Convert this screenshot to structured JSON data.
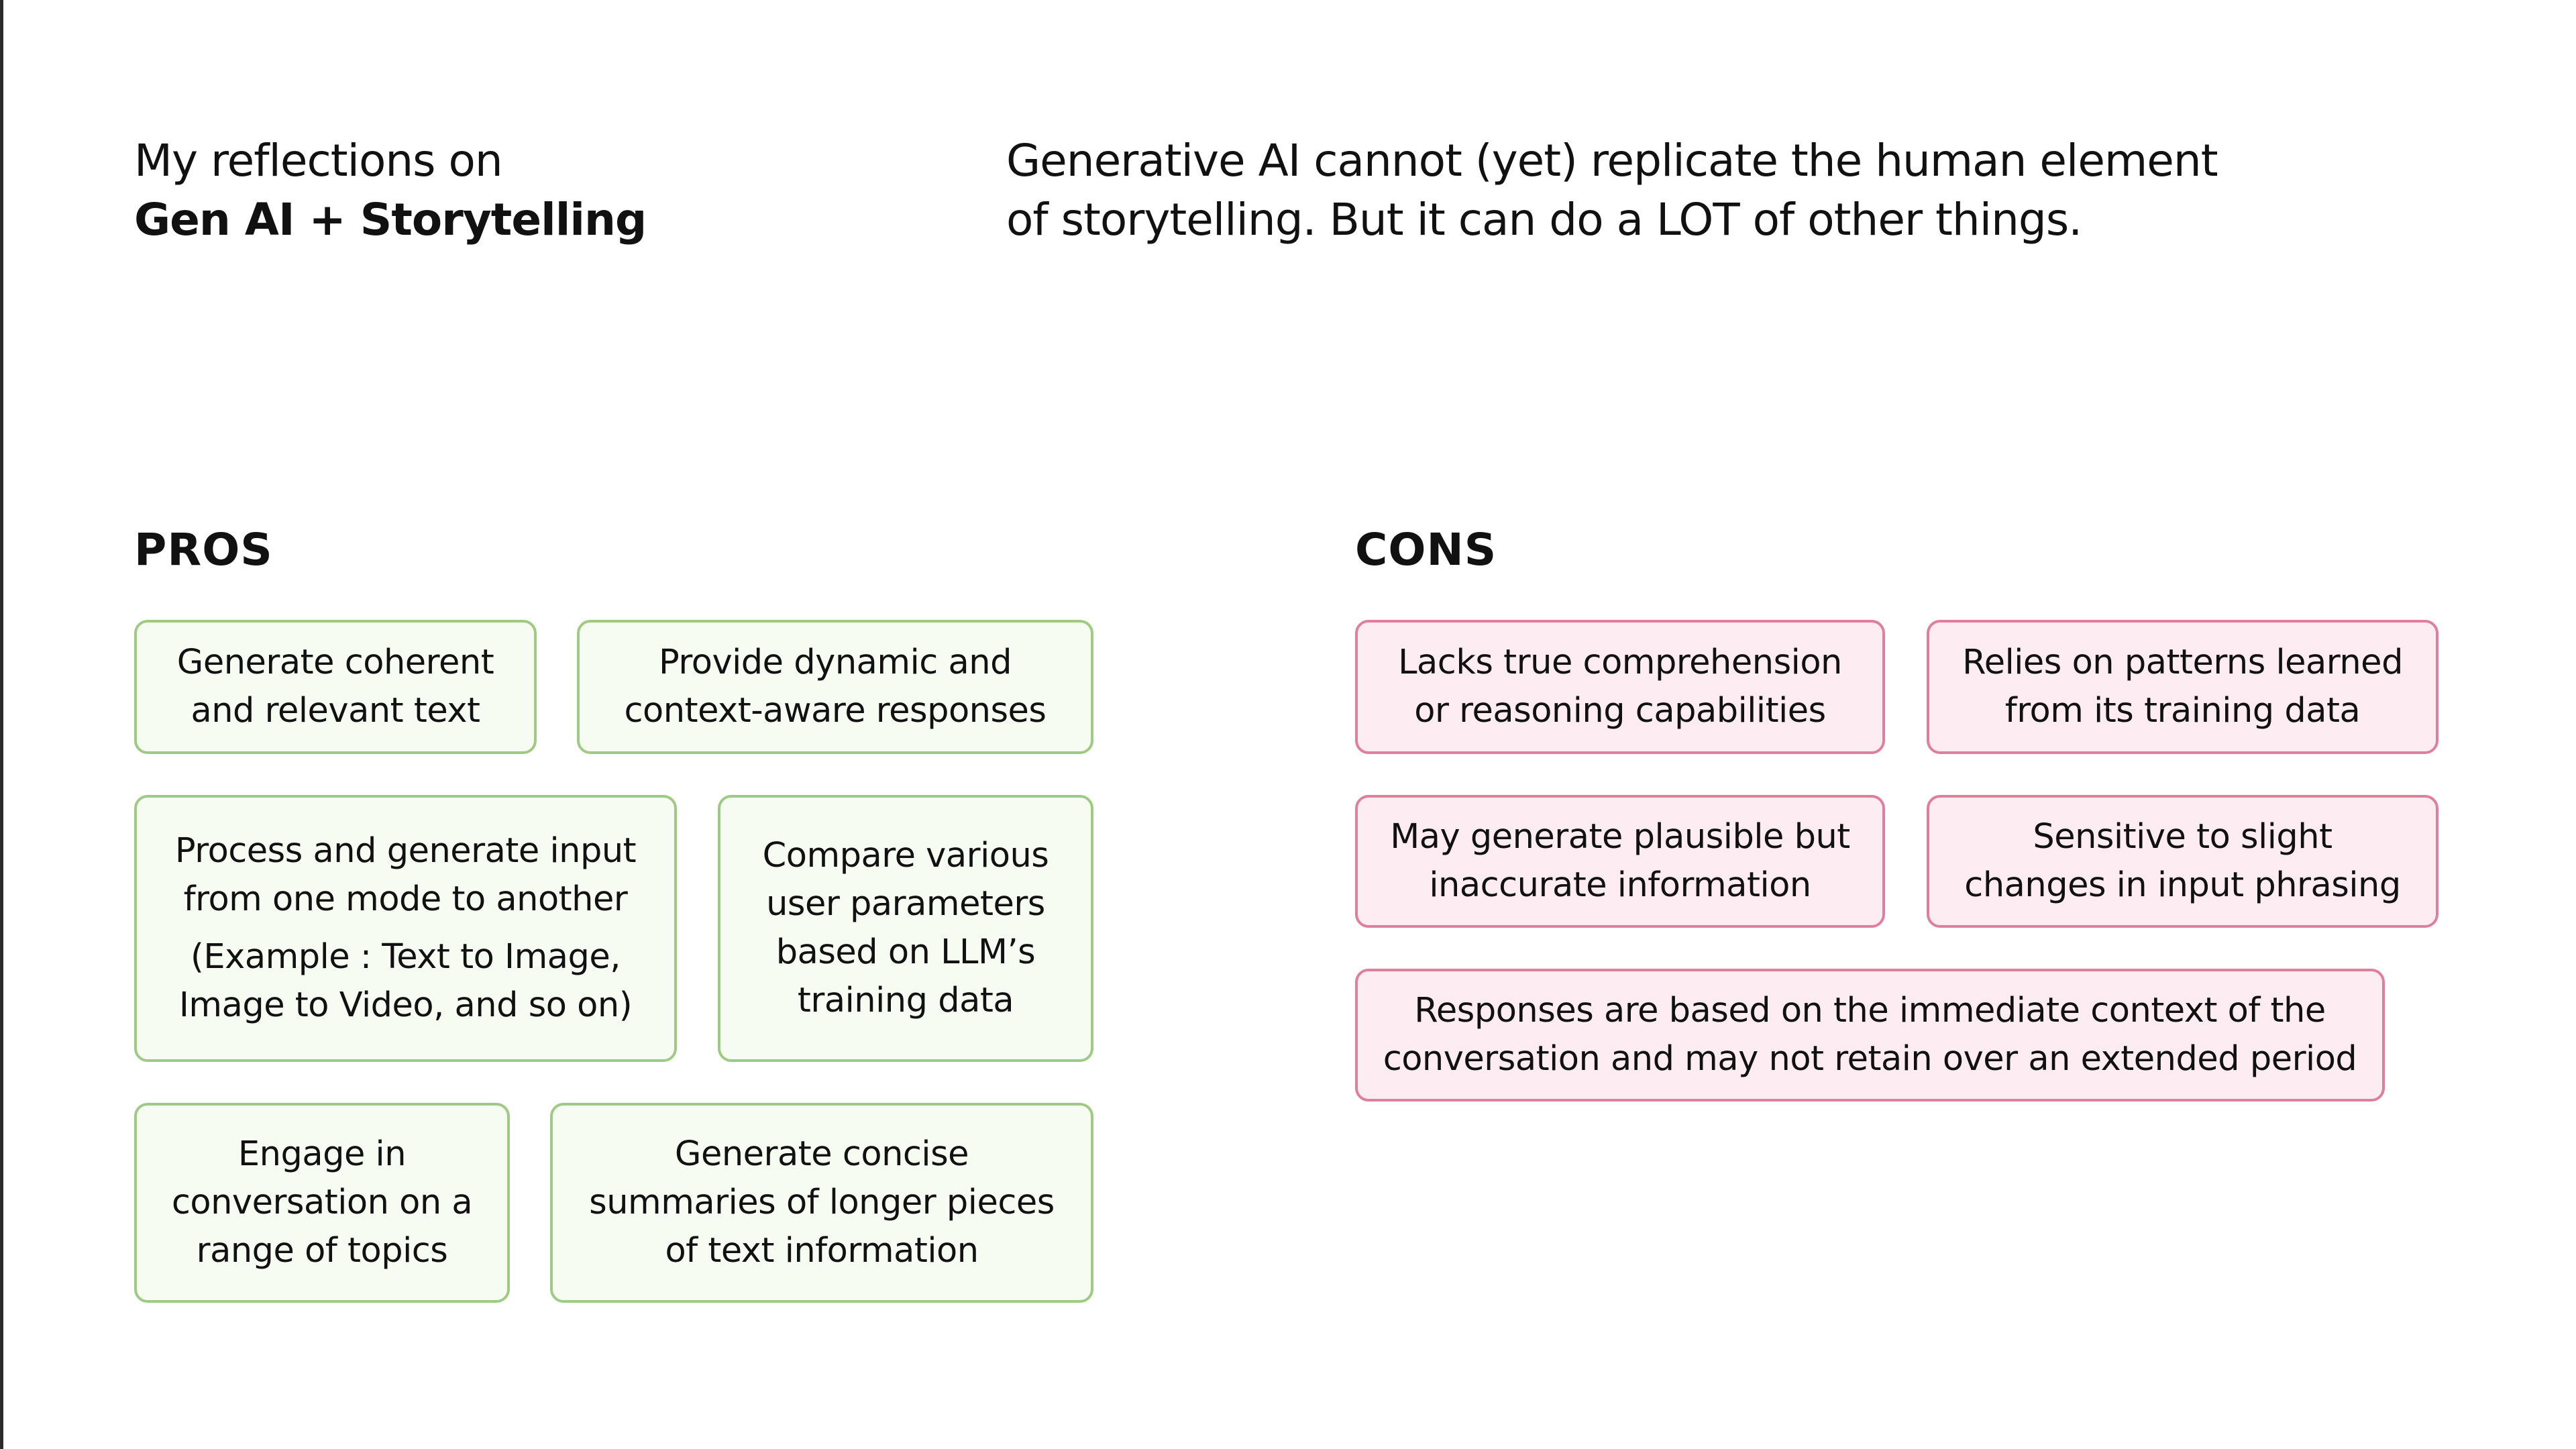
{
  "header": {
    "intro_line1": "My reflections on",
    "intro_line2": "Gen AI + Storytelling",
    "tagline_line1": "Generative AI cannot (yet) replicate the human element",
    "tagline_line2": "of storytelling. But it can do a LOT of other things."
  },
  "pros": {
    "title": "PROS",
    "items": [
      {
        "lines": [
          "Generate coherent",
          "and relevant text"
        ]
      },
      {
        "lines": [
          "Provide dynamic and",
          "context-aware responses"
        ]
      },
      {
        "lines": [
          "Process and generate input",
          "from one mode to another"
        ],
        "example_lines": [
          "(Example : Text to Image,",
          "Image to Video, and so on)"
        ]
      },
      {
        "lines": [
          "Compare various",
          "user parameters",
          "based on LLM’s",
          "training data"
        ]
      },
      {
        "lines": [
          "Engage in",
          "conversation on a",
          "range of topics"
        ]
      },
      {
        "lines": [
          "Generate concise",
          "summaries of longer pieces",
          "of text information"
        ]
      }
    ]
  },
  "cons": {
    "title": "CONS",
    "items": [
      {
        "lines": [
          "Lacks true comprehension",
          "or reasoning capabilities"
        ]
      },
      {
        "lines": [
          "Relies on patterns learned",
          "from its training data"
        ]
      },
      {
        "lines": [
          "May generate plausible but",
          "inaccurate information"
        ]
      },
      {
        "lines": [
          "Sensitive to slight",
          "changes in input phrasing"
        ]
      },
      {
        "lines": [
          "Responses are based on the immediate context of the",
          "conversation and may not retain over an extended period"
        ]
      }
    ]
  },
  "colors": {
    "pro_fill": "#f6fcf1",
    "pro_border": "#9fca84",
    "con_fill": "#fdedf2",
    "con_border": "#df7f9e"
  }
}
